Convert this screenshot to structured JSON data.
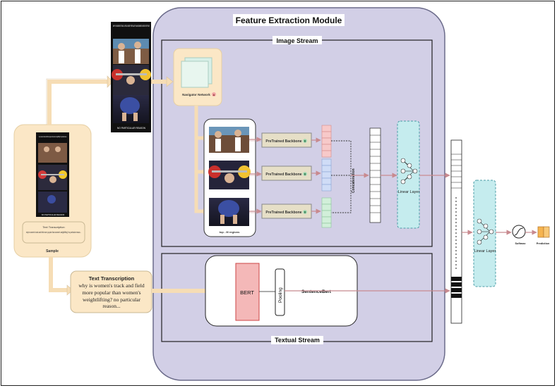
{
  "module": {
    "title": "Feature Extraction Module",
    "image_stream": "Image Stream",
    "textual_stream": "Textual Stream"
  },
  "colors": {
    "module_fill": "#d2cfe6",
    "cream": "#fbe7c6",
    "teal": "#c5ecee",
    "backbone": "#e6dfc7",
    "bert": "#f4b8b8",
    "arrow_cream": "#f6ddb5",
    "pink_line": "#e89aa0",
    "out_orange": "#f6b44f"
  },
  "sample": {
    "label": "Sample",
    "meme_caption": "why is women's track and field more popular than women's weightlifting? no particular reason...",
    "meme_footer": "NO PARTICULAR REASON",
    "transcription_title": "Text Transcription",
    "transcription_body": "why is women's track and field more popular than women's weightlifting? no particular reason..."
  },
  "top_meme": {
    "caption": "WHY IS WOMEN'S TRACK & FIELD MORE POPULAR THAN WOMEN'S WEIGHTLIFTING?",
    "footer": "NO PARTICULAR REASON"
  },
  "navigator": {
    "label": "Navigator Network",
    "symbol": "A"
  },
  "regions": {
    "label": "top - M regions"
  },
  "backbones": [
    {
      "label": "PreTrained Backbone",
      "symbol": "B"
    },
    {
      "label": "PreTrained Backbone",
      "symbol": "B"
    },
    {
      "label": "PreTrained Backbone",
      "symbol": "B"
    }
  ],
  "concatenation": "Concatenation",
  "linear_layer_1": "Linear Layer",
  "linear_layer_2": "Linear Layer",
  "softmax": "Softmax",
  "prediction": "Prediction",
  "text_transcription": {
    "title": "Text Transcription",
    "body": "why is women's track and field more popular than women's weightlifting? no particular reason..."
  },
  "bert": "BERT",
  "pooling": "Pooling",
  "sentencebert": "SentenceBert"
}
